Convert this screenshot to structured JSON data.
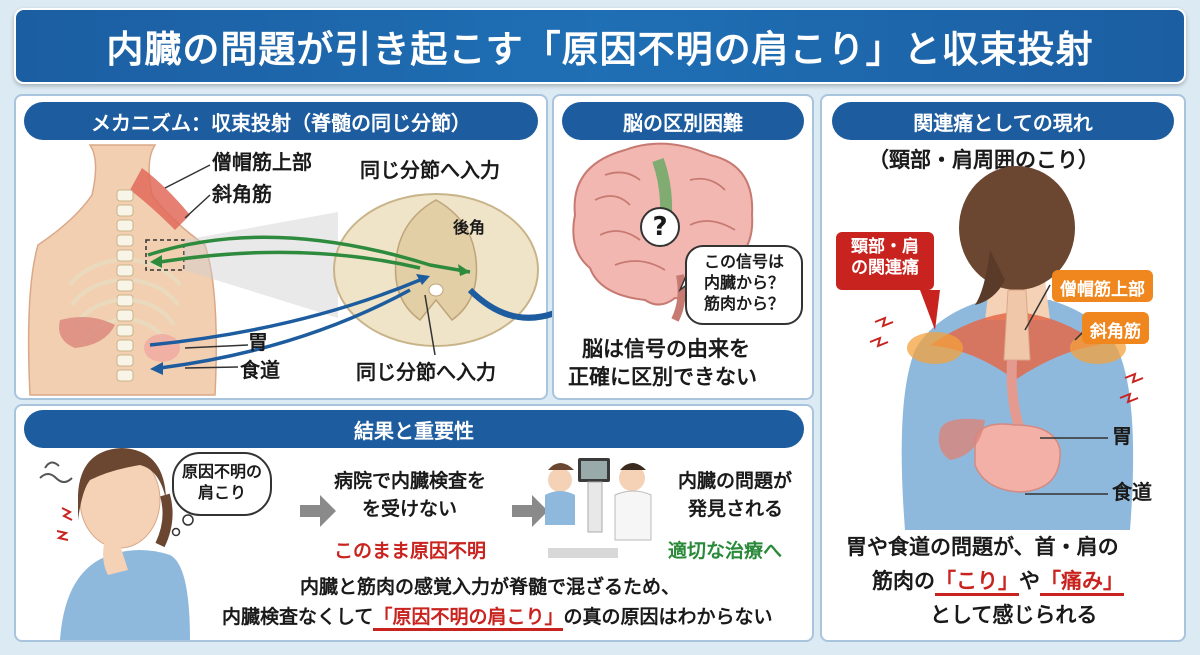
{
  "title": "内臓の問題が引き起こす「原因不明の肩こり」と収束投射",
  "mechanism": {
    "header": "メカニズム：収束投射（脊髄の同じ分節）",
    "muscle_label_1": "僧帽筋上部",
    "muscle_label_2": "斜角筋",
    "organ_label_1": "胃",
    "organ_label_2": "食道",
    "input_top": "同じ分節へ入力",
    "input_bottom": "同じ分節へ入力",
    "dorsal_horn": "後角"
  },
  "brain": {
    "header": "脳の区別困難",
    "question_mark": "?",
    "bubble_line1": "この信号は",
    "bubble_line2": "内臓から？",
    "bubble_line3": "筋肉から？",
    "caption_line1": "脳は信号の由来を",
    "caption_line2": "正確に区別できない"
  },
  "result": {
    "header": "結果と重要性",
    "thought_line1": "原因不明の",
    "thought_line2": "肩こり",
    "step1_line1": "病院で内臓検査を",
    "step1_line2": "を受けない",
    "step1_outcome": "このまま原因不明",
    "step2_line1": "内臓の問題が",
    "step2_line2": "発見される",
    "step2_outcome": "適切な治療へ",
    "summary_line1": "内臓と筋肉の感覚入力が脊髄で混ざるため、",
    "summary_line2_pre": "内臓検査なくして",
    "summary_line2_highlight": "「原因不明の肩こり」",
    "summary_line2_post": "の真の原因はわからない"
  },
  "referred": {
    "header": "関連痛としての現れ",
    "subtitle": "（頸部・肩周囲のこり）",
    "tag_referred": "頸部・肩の関連痛",
    "tag_muscle_1": "僧帽筋上部",
    "tag_muscle_2": "斜角筋",
    "organ_label_1": "胃",
    "organ_label_2": "食道",
    "caption_line1": "胃や食道の問題が、首・肩の",
    "caption_line2_pre": "筋肉の",
    "caption_line2_h1": "「こり」",
    "caption_line2_mid": "や",
    "caption_line2_h2": "「痛み」",
    "caption_line3": "として感じられる"
  },
  "colors": {
    "header_blue": "#1d5c9e",
    "warning_red": "#c8231e",
    "treatment_green": "#2a8a3a",
    "muscle_orange": "#f0871e",
    "green_arrow": "#2e8b3e",
    "blue_arrow": "#1d5c9e"
  }
}
